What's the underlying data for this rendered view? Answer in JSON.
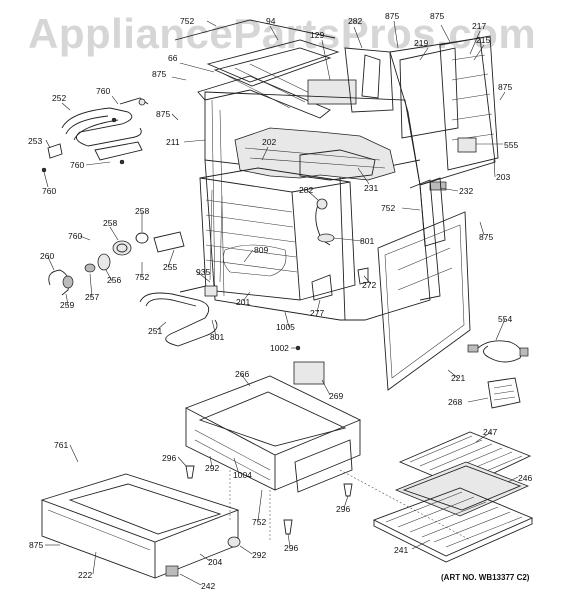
{
  "watermark": "AppliancePartsPros.com",
  "art_number": "(ART NO. WB13377 C2)",
  "callouts": {
    "c752a": "752",
    "c94": "94",
    "c282a": "282",
    "c875a": "875",
    "c875b": "875",
    "c217": "217",
    "c219": "219",
    "c129": "129",
    "c215": "215",
    "c66": "66",
    "c875c": "875",
    "c875d": "875",
    "c252": "252",
    "c760a": "760",
    "c875e": "875",
    "c211": "211",
    "c253": "253",
    "c760b": "760",
    "c760c": "760",
    "c202": "202",
    "c555": "555",
    "c231": "231",
    "c203": "203",
    "c232": "232",
    "c282b": "282",
    "c752b": "752",
    "c875f": "875",
    "c760d": "760",
    "c258a": "258",
    "c258b": "258",
    "c801a": "801",
    "c809": "809",
    "c260": "260",
    "c256": "256",
    "c255": "255",
    "c935": "935",
    "c752c": "752",
    "c257": "257",
    "c259": "259",
    "c272": "272",
    "c201": "201",
    "c277": "277",
    "c251": "251",
    "c801b": "801",
    "c1005": "1005",
    "c554": "554",
    "c1002": "1002",
    "c266": "266",
    "c269": "269",
    "c221": "221",
    "c268": "268",
    "c761": "761",
    "c296a": "296",
    "c292a": "292",
    "c1004": "1004",
    "c247": "247",
    "c246": "246",
    "c296b": "296",
    "c875g": "875",
    "c752d": "752",
    "c292b": "292",
    "c296c": "296",
    "c222": "222",
    "c204": "204",
    "c242": "242",
    "c241": "241"
  }
}
